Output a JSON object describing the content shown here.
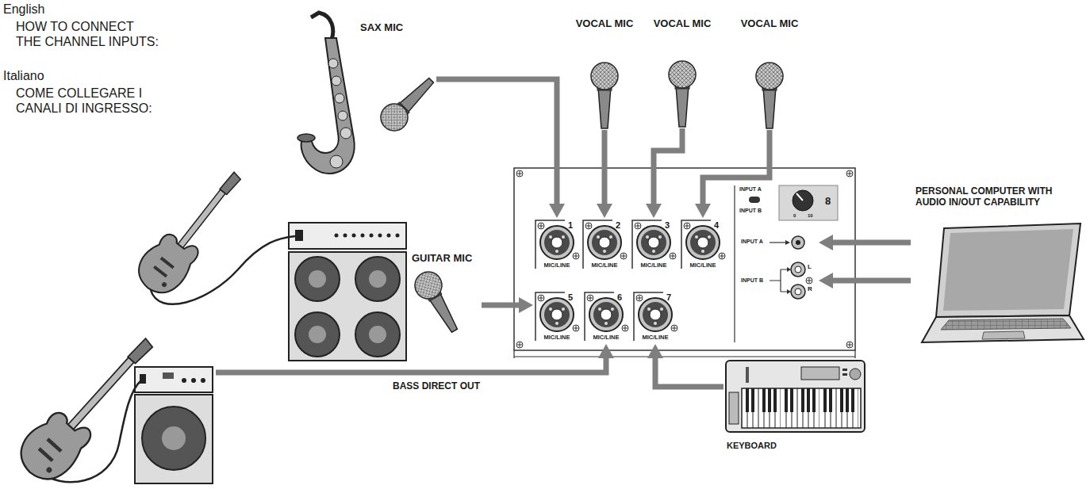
{
  "diagram": {
    "nodes": [
      {
        "text": [
          "SAX MIC"
        ]
      },
      {
        "text": [
          "VOCAL MIC"
        ]
      },
      {
        "text": [
          "VOCAL MIC"
        ]
      },
      {
        "text": [
          "VOCAL MIC"
        ]
      },
      {
        "text": [
          "GUITAR MIC"
        ]
      },
      {
        "text": [
          "1",
          "MIC/LINE"
        ]
      },
      {
        "text": [
          "2",
          "MIC/LINE"
        ]
      },
      {
        "text": [
          "3",
          "MIC/LINE"
        ]
      },
      {
        "text": [
          "4",
          "MIC/LINE"
        ]
      },
      {
        "text": [
          "INPUT A",
          "INPUT B",
          "8",
          "0",
          "10"
        ]
      },
      {
        "text": [
          "INPUT A"
        ]
      },
      {
        "text": [
          "PERSONAL COMPUTER WITH AUDIO IN/OUT CAPABILITY"
        ]
      },
      {
        "text": [
          "5",
          "MIC/LINE"
        ]
      },
      {
        "text": [
          "6",
          "MIC/LINE"
        ]
      },
      {
        "text": [
          "7",
          "MIC/LINE"
        ]
      },
      {
        "text": [
          "INPUT B",
          "L",
          "R"
        ]
      },
      {
        "text": [
          "BASS DIRECT OUT"
        ]
      },
      {
        "text": [
          "KEYBOARD"
        ]
      }
    ],
    "edges": [
      {
        "from": 0,
        "to": 5,
        "arrow": "to"
      },
      {
        "from": 1,
        "to": 6,
        "arrow": "to"
      },
      {
        "from": 2,
        "to": 7,
        "arrow": "to"
      },
      {
        "from": 3,
        "to": 8,
        "arrow": "to"
      },
      {
        "from": 4,
        "to": 12,
        "arrow": "to"
      },
      {
        "from": 16,
        "to": 13,
        "arrow": "to"
      },
      {
        "from": 17,
        "to": 14,
        "arrow": "to"
      },
      {
        "from": 11,
        "to": 10,
        "arrow": "to"
      },
      {
        "from": 11,
        "to": 15,
        "arrow": "to"
      }
    ],
    "labels": [
      "English",
      "HOW TO CONNECT THE CHANNEL INPUTS:",
      "Italiano",
      "COME COLLEGARE I CANALI DI INGRESSO:"
    ]
  }
}
